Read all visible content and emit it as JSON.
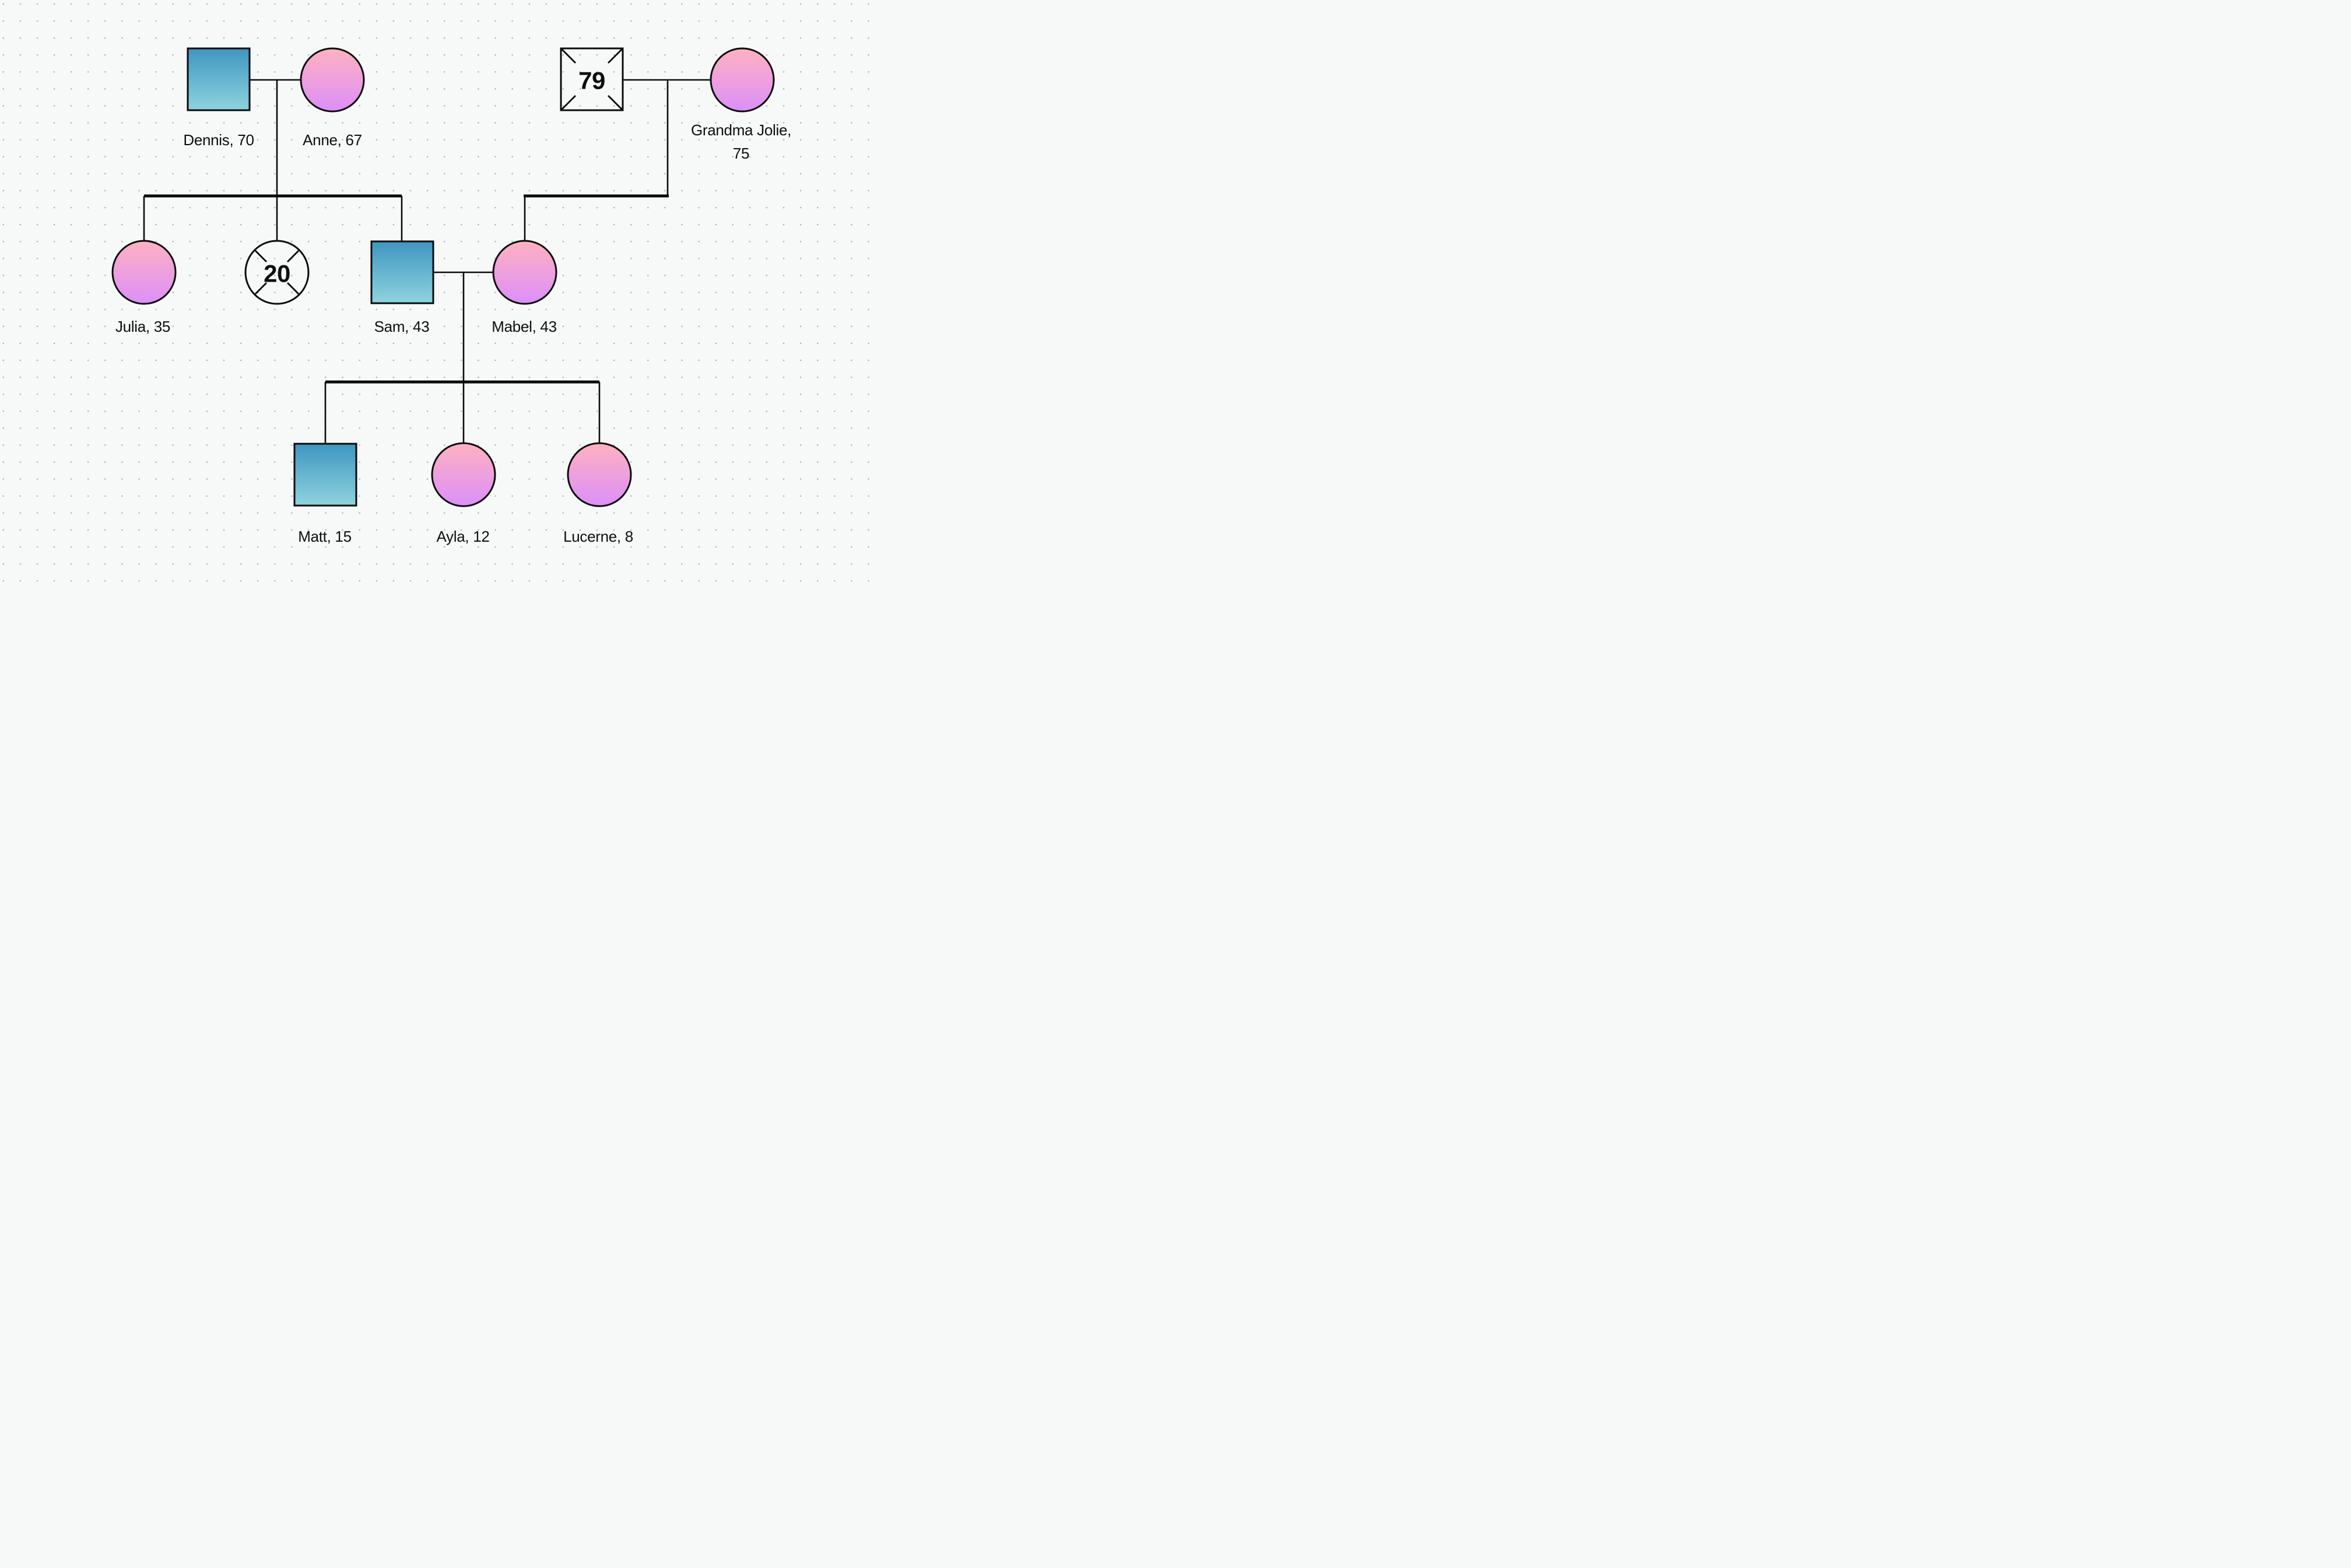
{
  "canvas": {
    "background": "#f7f8f8",
    "dot_color": "#a9b4bc"
  },
  "palette": {
    "background": "#f7f8f8",
    "dot": "#a9b4bc",
    "line": "#0b0b0b",
    "text": "#0e0e0e",
    "male_top": "#3e96c1",
    "male_bottom": "#8fd3de",
    "female_top": "#ffb1c1",
    "female_bottom": "#dc8ff8"
  },
  "people": {
    "dennis": {
      "label": "Dennis, 70",
      "sex": "male",
      "deceased": false
    },
    "anne": {
      "label": "Anne, 67",
      "sex": "female",
      "deceased": false
    },
    "grandfather": {
      "label": "",
      "sex": "male",
      "deceased": true,
      "age_at_death": "79"
    },
    "grandma_jolie": {
      "label_line1": "Grandma Jolie,",
      "label_line2": "75",
      "sex": "female",
      "deceased": false
    },
    "julia": {
      "label": "Julia, 35",
      "sex": "female",
      "deceased": false
    },
    "deceased_daughter": {
      "label": "",
      "sex": "female",
      "deceased": true,
      "age_at_death": "20"
    },
    "sam": {
      "label": "Sam, 43",
      "sex": "male",
      "deceased": false
    },
    "mabel": {
      "label": "Mabel, 43",
      "sex": "female",
      "deceased": false
    },
    "matt": {
      "label": "Matt, 15",
      "sex": "male",
      "deceased": false
    },
    "ayla": {
      "label": "Ayla, 12",
      "sex": "female",
      "deceased": false
    },
    "lucerne": {
      "label": "Lucerne, 8",
      "sex": "female",
      "deceased": false
    }
  }
}
